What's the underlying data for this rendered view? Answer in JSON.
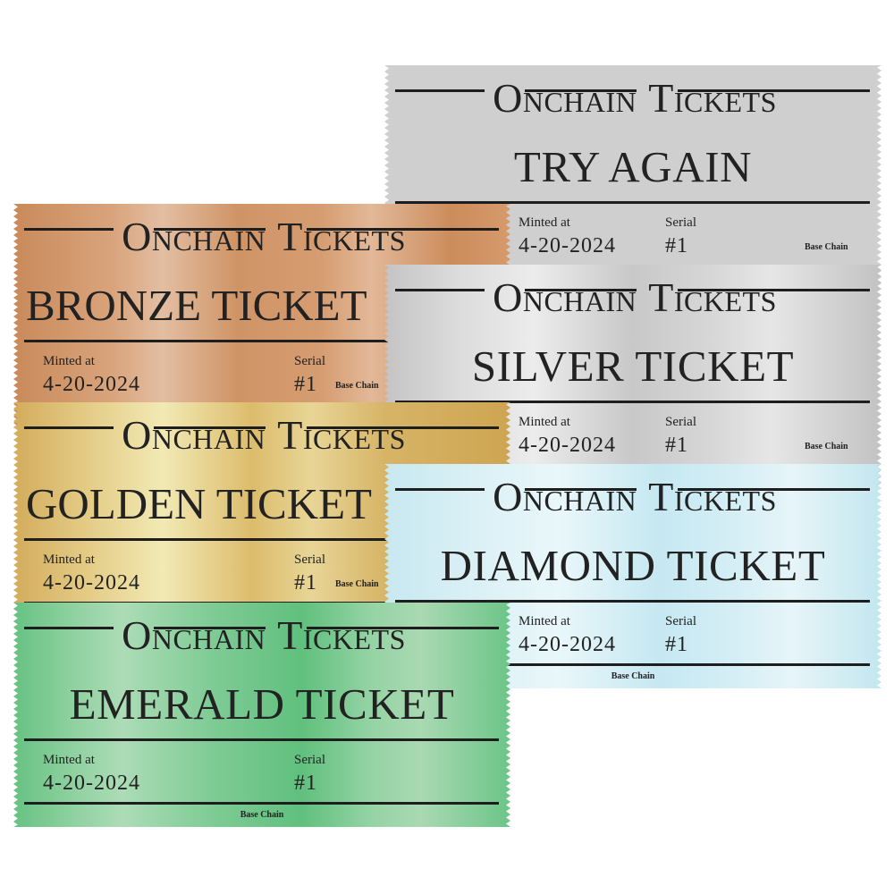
{
  "brand": {
    "word1": "Onchain",
    "word2": "Tickets"
  },
  "labels": {
    "minted": "Minted at",
    "serial": "Serial",
    "chain": "Base Chain"
  },
  "tickets": [
    {
      "id": "try",
      "title": "TRY AGAIN",
      "minted": "4-20-2024",
      "serial": "#1",
      "color": "#cfcfcf"
    },
    {
      "id": "bronze",
      "title": "BRONZE TICKET",
      "minted": "4-20-2024",
      "serial": "#1",
      "color": "#c98a5a"
    },
    {
      "id": "silver",
      "title": "SILVER TICKET",
      "minted": "4-20-2024",
      "serial": "#1",
      "color": "#c8c8c8"
    },
    {
      "id": "golden",
      "title": "GOLDEN TICKET",
      "minted": "4-20-2024",
      "serial": "#1",
      "color": "#d4b060"
    },
    {
      "id": "diamond",
      "title": "DIAMOND TICKET",
      "minted": "4-20-2024",
      "serial": "#1",
      "color": "#c8e8f0"
    },
    {
      "id": "emerald",
      "title": "EMERALD TICKET",
      "minted": "4-20-2024",
      "serial": "#1",
      "color": "#6cc68a"
    }
  ]
}
